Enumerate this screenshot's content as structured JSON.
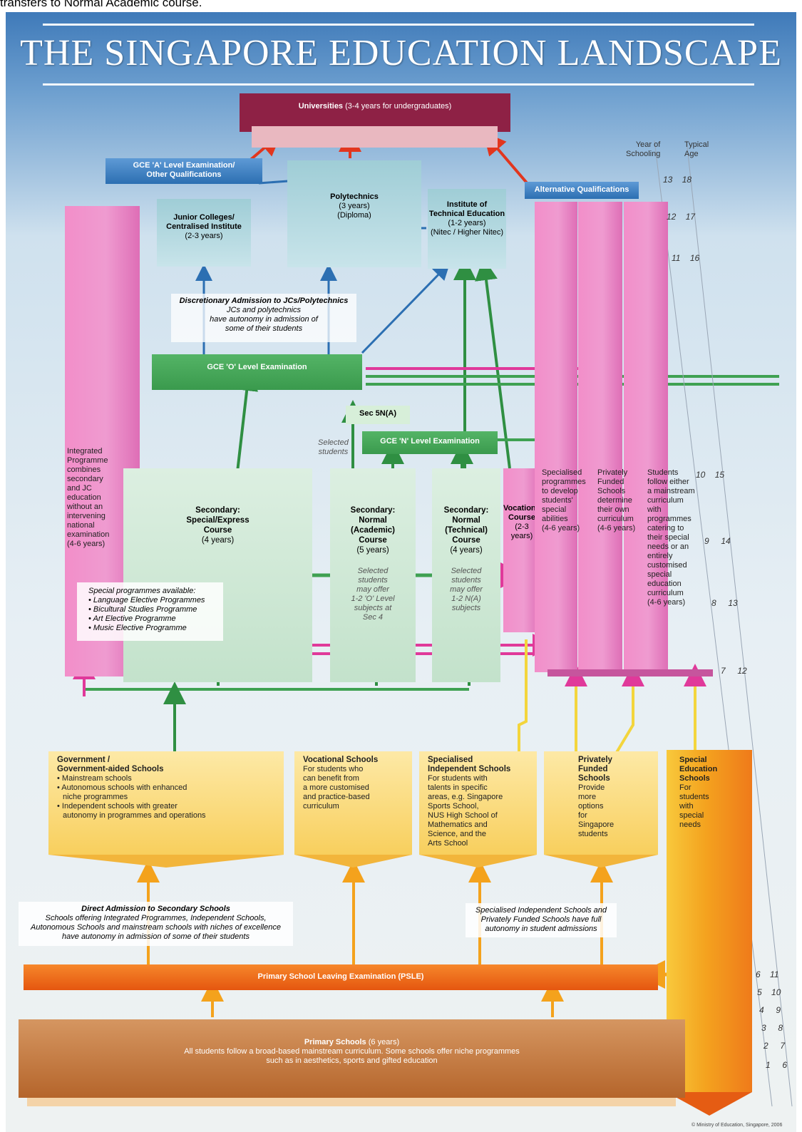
{
  "caption": "transfers to Normal Academic course.",
  "title": "THE SINGAPORE EDUCATION LANDSCAPE",
  "universities": {
    "name": "Universities",
    "detail": "(3-4 years for undergraduates)"
  },
  "gce_a": {
    "line1": "GCE 'A' Level Examination/",
    "line2": "Other Qualifications"
  },
  "alt_qual": "Alternative Qualifications",
  "polytechnics": {
    "name": "Polytechnics",
    "years": "(3 years)",
    "award": "(Diploma)"
  },
  "ite": {
    "line1": "Institute of",
    "line2": "Technical Education",
    "years": "(1-2 years)",
    "award": "(Nitec / Higher Nitec)"
  },
  "jc": {
    "line1": "Junior Colleges/",
    "line2": "Centralised Institute",
    "years": "(2-3 years)"
  },
  "discretionary": {
    "title": "Discretionary Admission to JCs/Polytechnics",
    "l1": "JCs and polytechnics",
    "l2": "have autonomy in admission of",
    "l3": "some of their students"
  },
  "gce_o": "GCE 'O' Level Examination",
  "sec5na": "Sec 5N(A)",
  "gce_n": "GCE 'N' Level Examination",
  "selected_students": {
    "l1": "Selected",
    "l2": "students"
  },
  "integrated": [
    "Integrated",
    "Programme",
    "combines",
    "secondary",
    "and JC",
    "education",
    "without an",
    "intervening",
    "national",
    "examination",
    "(4-6 years)"
  ],
  "sec_express": {
    "l1": "Secondary:",
    "l2": "Special/Express",
    "l3": "Course",
    "years": "(4 years)"
  },
  "sec_na": {
    "l1": "Secondary:",
    "l2": "Normal",
    "l3": "(Academic)",
    "l4": "Course",
    "years": "(5 years)",
    "note": [
      "Selected",
      "students",
      "may offer",
      "1-2 'O' Level",
      "subjects at",
      "Sec 4"
    ]
  },
  "sec_nt": {
    "l1": "Secondary:",
    "l2": "Normal",
    "l3": "(Technical)",
    "l4": "Course",
    "years": "(4 years)",
    "note": [
      "Selected",
      "students",
      "may offer",
      "1-2 N(A)",
      "subjects"
    ]
  },
  "vocational_course": [
    "Vocational",
    "Course",
    "(2-3",
    "years)"
  ],
  "special_programmes": {
    "title": "Special programmes available:",
    "items": [
      "• Language Elective Programmes",
      "• Bicultural Studies Programme",
      "• Art Elective Programme",
      "• Music Elective Programme"
    ]
  },
  "specialised_col": [
    "Specialised",
    "programmes",
    "to develop",
    "students'",
    "special",
    "abilities",
    "(4-6 years)"
  ],
  "privately_col": [
    "Privately",
    "Funded",
    "Schools",
    "determine",
    "their own",
    "curriculum",
    "(4-6 years)"
  ],
  "students_col": [
    "Students",
    "follow either",
    "a mainstream",
    "curriculum",
    "with",
    "programmes",
    "catering to",
    "their special",
    "needs or an",
    "entirely",
    "customised",
    "special",
    "education",
    "curriculum",
    "(4-6 years)"
  ],
  "legend": {
    "year": [
      "Year of",
      "Schooling"
    ],
    "age": [
      "Typical",
      "Age"
    ]
  },
  "year_rows": [
    {
      "year": "13",
      "age": "18"
    },
    {
      "year": "12",
      "age": "17"
    },
    {
      "year": "11",
      "age": "16"
    },
    {
      "year": "10",
      "age": "15"
    },
    {
      "year": "9",
      "age": "14"
    },
    {
      "year": "8",
      "age": "13"
    },
    {
      "year": "7",
      "age": "12"
    },
    {
      "year": "6",
      "age": "11"
    },
    {
      "year": "5",
      "age": "10"
    },
    {
      "year": "4",
      "age": "9"
    },
    {
      "year": "3",
      "age": "8"
    },
    {
      "year": "2",
      "age": "7"
    },
    {
      "year": "1",
      "age": "6"
    }
  ],
  "gov_schools": {
    "title1": "Government /",
    "title2": "Government-aided Schools",
    "items": [
      "• Mainstream schools",
      "• Autonomous schools with enhanced",
      "  niche programmes",
      "• Independent schools with greater",
      "  autonomy in programmes and operations"
    ]
  },
  "voc_schools": {
    "title": "Vocational Schools",
    "lines": [
      "For students who",
      "can benefit from",
      "a more customised",
      "and practice-based",
      "curriculum"
    ]
  },
  "spec_ind_schools": {
    "title": [
      "Specialised",
      "Independent Schools"
    ],
    "lines": [
      "For students with",
      "talents in specific",
      "areas, e.g. Singapore",
      "Sports School,",
      "NUS High School of",
      "Mathematics and",
      "Science, and the",
      "Arts School"
    ]
  },
  "priv_schools": {
    "title": [
      "Privately",
      "Funded",
      "Schools"
    ],
    "lines": [
      "Provide",
      "more",
      "options",
      "for",
      "Singapore",
      "students"
    ]
  },
  "sped_schools": {
    "title": [
      "Special",
      "Education",
      "Schools"
    ],
    "lines": [
      "For",
      "students",
      "with",
      "special",
      "needs"
    ]
  },
  "direct_admission": {
    "title": "Direct Admission to Secondary Schools",
    "lines": [
      "Schools offering Integrated Programmes, Independent Schools,",
      "Autonomous Schools and mainstream schools with niches of excellence",
      "have autonomy in admission of some of their students"
    ]
  },
  "full_autonomy": [
    "Specialised Independent Schools and",
    "Privately Funded Schools have full",
    "autonomy in student admissions"
  ],
  "psle": "Primary School Leaving Examination (PSLE)",
  "primary": {
    "name": "Primary Schools",
    "years": "(6 years)",
    "l1": "All students follow a broad-based mainstream curriculum. Some schools offer niche programmes",
    "l2": "such as in aesthetics, sports and gifted education"
  },
  "copyright": "© Ministry of Education, Singapore, 2006",
  "colors": {
    "pink": "#ef96cd",
    "green": "#3fa152",
    "orange": "#f07a1c",
    "crimson": "#8e2145",
    "brown": "#b5652b",
    "yellow": "#f8cf5d"
  }
}
